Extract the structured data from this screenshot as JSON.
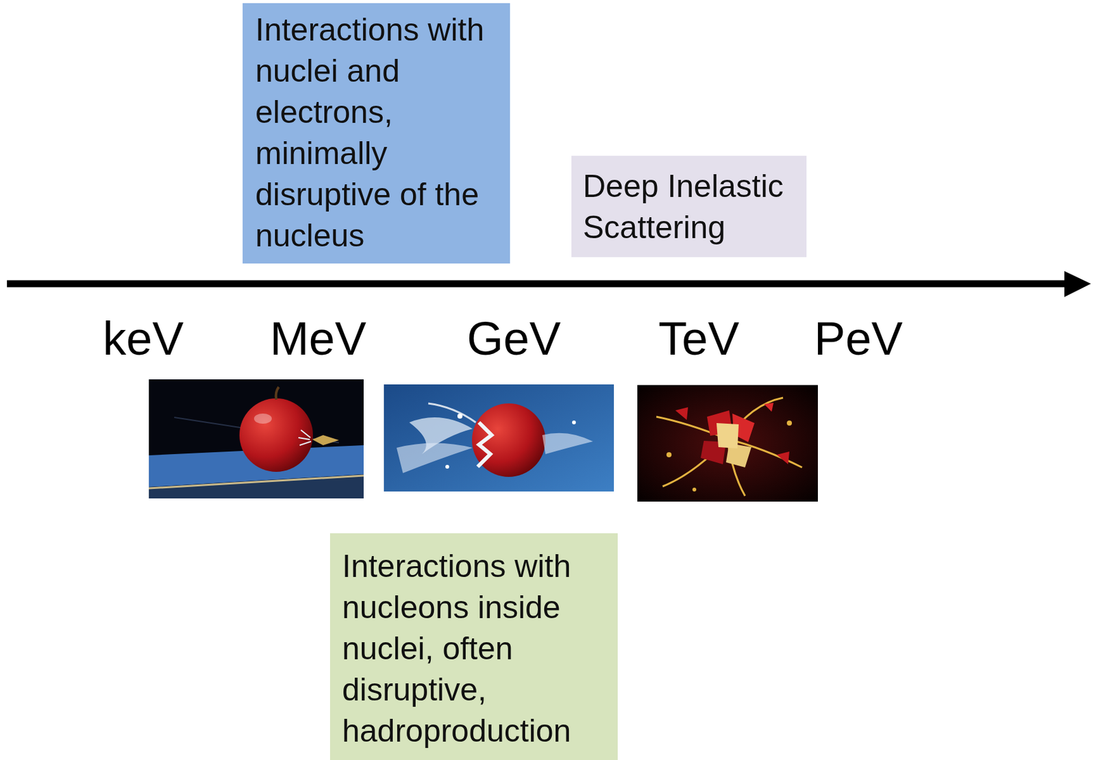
{
  "diagram": {
    "nodes": [
      {
        "text": [
          "Interactions with nuclei and electrons, minimally disruptive of the nucleus"
        ]
      },
      {
        "text": [
          "Deep Inelastic Scattering"
        ]
      },
      {
        "text": [
          "Interactions with nucleons inside nuclei, often disruptive, hadroproduction"
        ]
      }
    ],
    "labels": [
      "keV",
      "MeV",
      "GeV",
      "TeV",
      "PeV"
    ]
  }
}
